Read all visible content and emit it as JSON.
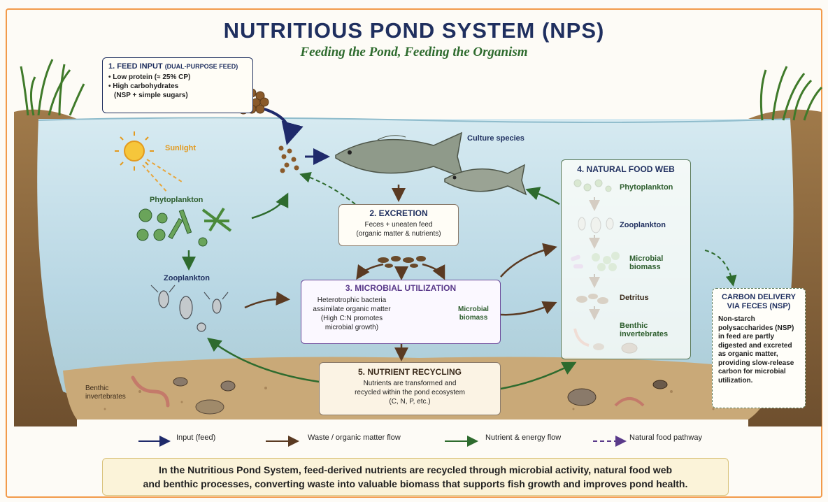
{
  "header": {
    "title": "NUTRITIOUS POND SYSTEM (NPS)",
    "subtitle": "Feeding the Pond, Feeding the Organism"
  },
  "feed_input": {
    "title": "1. FEED INPUT",
    "title_note": "(DUAL-PURPOSE FEED)",
    "bullets": [
      "Low protein (≈ 25% CP)",
      "High carbohydrates",
      "(NSP + simple sugars)"
    ]
  },
  "labels": {
    "sunlight": "Sunlight",
    "phytoplankton": "Phytoplankton",
    "zooplankton": "Zooplankton",
    "culture_species": "Culture species",
    "benthic_invertebrates": "Benthic invertebrates",
    "microbial_biomass": "Microbial biomass"
  },
  "excretion": {
    "title": "2. EXCRETION",
    "lines": [
      "Feces + uneaten feed",
      "(organic matter & nutrients)"
    ]
  },
  "microbial": {
    "title": "3. MICROBIAL UTILIZATION",
    "lines": [
      "Heterotrophic bacteria",
      "assimilate organic matter",
      "(High C:N promotes",
      "microbial growth)"
    ]
  },
  "food_web": {
    "title": "4. NATURAL FOOD WEB",
    "items": [
      "Phytoplankton",
      "Zooplankton",
      "Microbial biomass",
      "Detritus",
      "Benthic invertebrates"
    ]
  },
  "recycling": {
    "title": "5. NUTRIENT RECYCLING",
    "lines": [
      "Nutrients are transformed and",
      "recycled within the pond ecosystem",
      "(C, N, P, etc.)"
    ]
  },
  "carbon": {
    "title": "CARBON DELIVERY VIA FECES (NSP)",
    "text": "Non-starch polysaccharides (NSP) in feed are partly digested and excreted as organic matter, providing slow-release carbon for microbial utilization."
  },
  "legend": {
    "input": "Input (feed)",
    "waste": "Waste / organic matter flow",
    "nutrient": "Nutrient & energy flow",
    "natural": "Natural food pathway"
  },
  "footer": {
    "line1": "In the Nutritious Pond System, feed-derived nutrients are recycled through microbial activity, natural food web",
    "line2": "and benthic processes, converting waste into valuable biomass that supports fish growth and improves pond health."
  },
  "colors": {
    "input_arrow": "#1f2a6b",
    "waste_arrow": "#5a3a22",
    "nutrient_arrow": "#2e6b2e",
    "natural_arrow": "#5a3a8a",
    "water": "#bcd9e6",
    "sediment": "#c9a978",
    "frame": "#f29a4a"
  }
}
